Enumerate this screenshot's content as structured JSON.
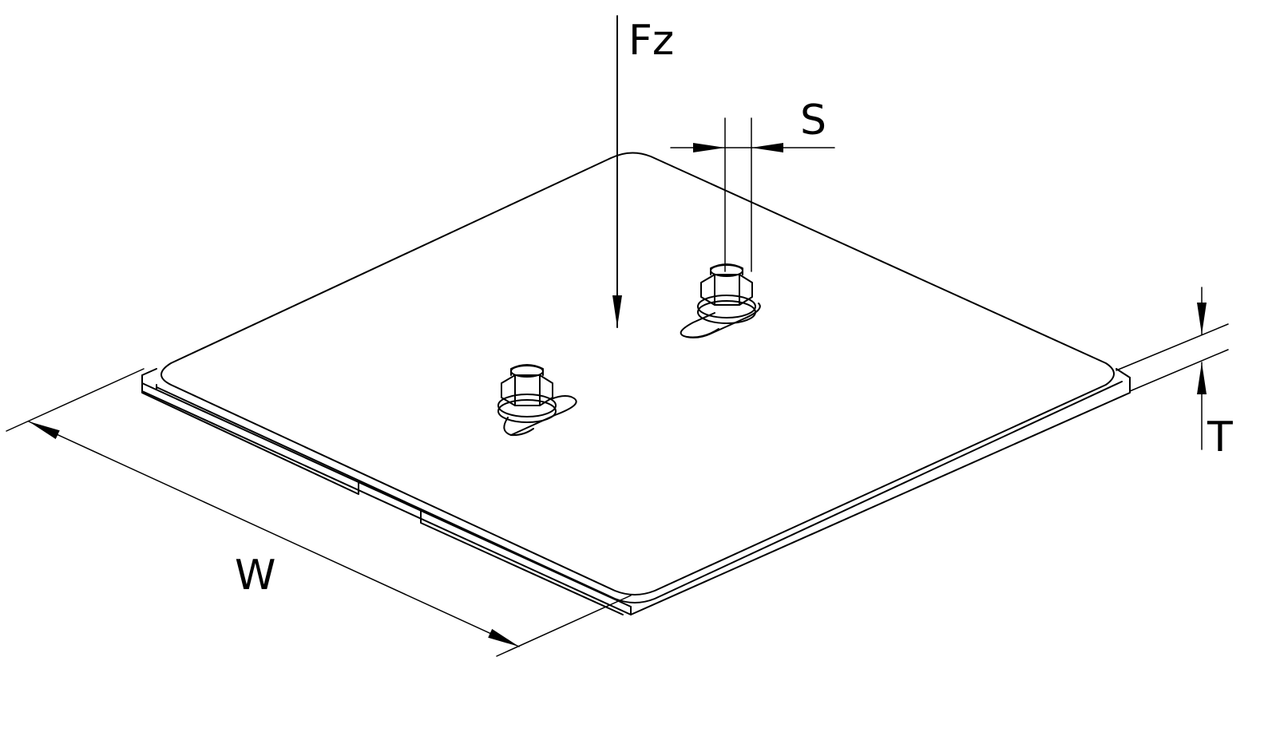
{
  "labels": {
    "force": "Fz",
    "slot_width": "S",
    "thickness": "T",
    "width": "W"
  },
  "colors": {
    "line": "#000000",
    "background": "#ffffff"
  }
}
